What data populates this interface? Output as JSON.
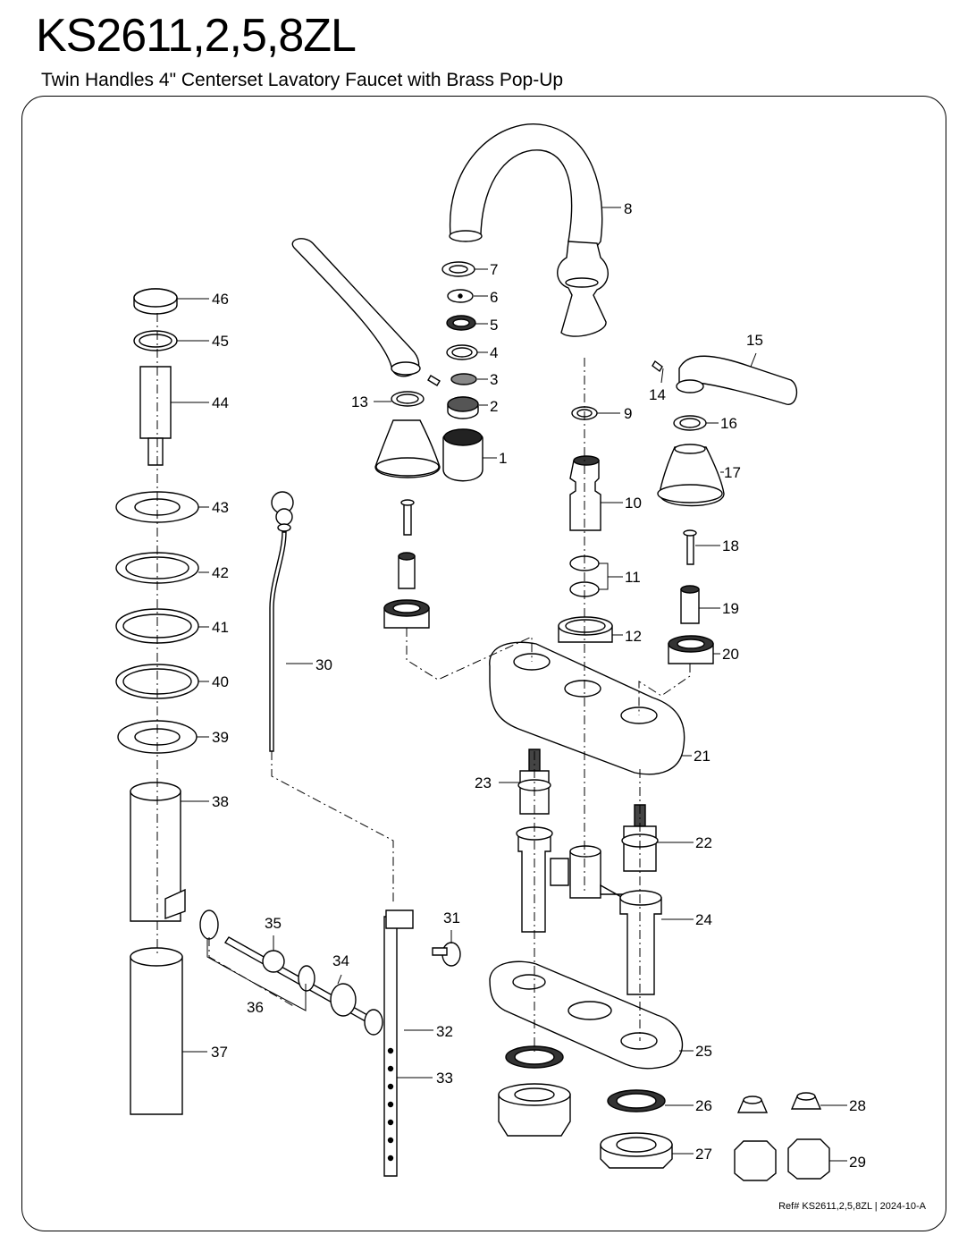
{
  "title": "KS2611,2,5,8ZL",
  "subtitle": "Twin Handles 4\" Centerset Lavatory Faucet with Brass Pop-Up",
  "ref": "Ref# KS2611,2,5,8ZL | 2024-10-A",
  "callouts": [
    "1",
    "2",
    "3",
    "4",
    "5",
    "6",
    "7",
    "8",
    "9",
    "10",
    "11",
    "12",
    "13",
    "14",
    "15",
    "16",
    "17",
    "18",
    "19",
    "20",
    "21",
    "22",
    "23",
    "24",
    "25",
    "26",
    "27",
    "28",
    "29",
    "30",
    "31",
    "32",
    "33",
    "34",
    "35",
    "36",
    "37",
    "38",
    "39",
    "40",
    "41",
    "42",
    "43",
    "44",
    "45",
    "46"
  ],
  "line_color": "#000000",
  "fill_color": "#ffffff"
}
